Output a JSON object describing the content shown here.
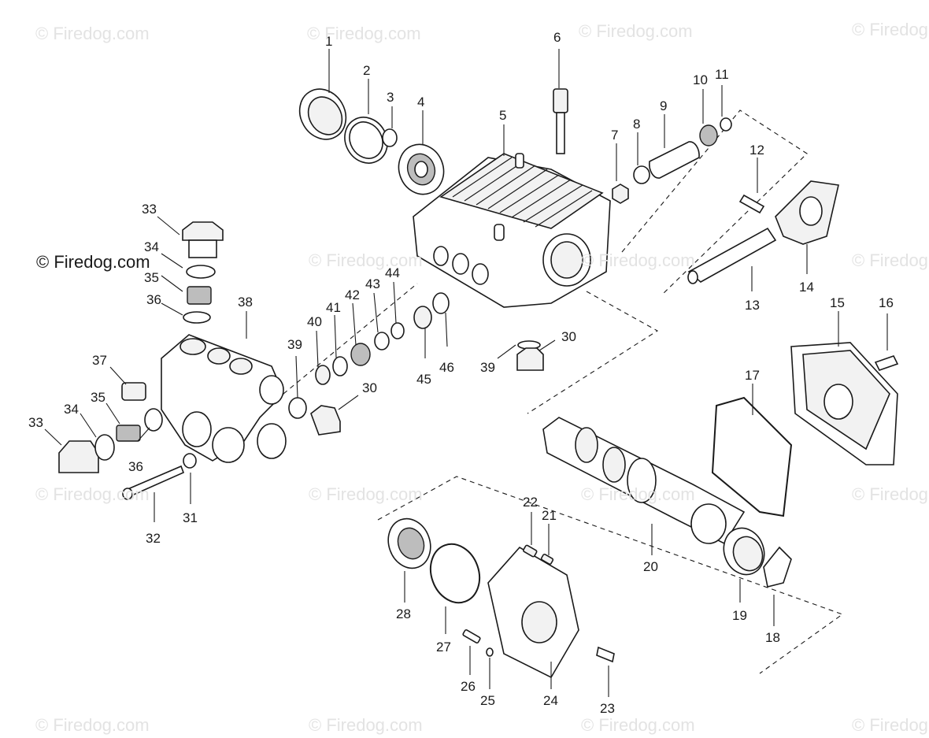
{
  "watermarks": [
    "© Firedog.com",
    "© Firedog.com",
    "© Firedog.com",
    "© Firedog.com",
    "© Firedog.com",
    "© Firedog.com",
    "© Firedog.com",
    "© Firedog.com",
    "© Firedog.com",
    "© Firedog.com",
    "© Firedog.com",
    "© Firedog.com",
    "© Firedog.com",
    "© Firedog.com",
    "© Firedog.com"
  ],
  "main_watermark": "© Firedog.com",
  "callouts": [
    "1",
    "2",
    "3",
    "4",
    "5",
    "6",
    "7",
    "8",
    "9",
    "10",
    "11",
    "12",
    "13",
    "14",
    "15",
    "16",
    "17",
    "18",
    "19",
    "20",
    "21",
    "22",
    "23",
    "24",
    "25",
    "26",
    "27",
    "28",
    "30",
    "30",
    "31",
    "32",
    "33",
    "33",
    "34",
    "34",
    "35",
    "35",
    "36",
    "36",
    "37",
    "38",
    "39",
    "39",
    "40",
    "41",
    "42",
    "43",
    "44",
    "45",
    "46"
  ]
}
